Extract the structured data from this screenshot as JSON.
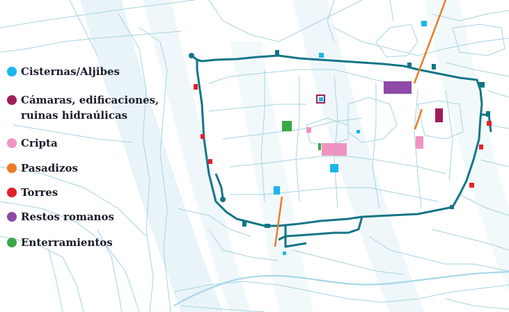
{
  "legend": {
    "items": [
      {
        "label": "Cisternas/Aljibes",
        "color": "#1ab6ea"
      },
      {
        "label": "Cámaras, edificaciones,\nruinas hidraúlicas",
        "color": "#a01e5c"
      },
      {
        "label": "Cripta",
        "color": "#ef94c2"
      },
      {
        "label": "Pasadizos",
        "color": "#ee7a26"
      },
      {
        "label": "Torres",
        "color": "#e4202c"
      },
      {
        "label": "Restos romanos",
        "color": "#8e4aa6"
      },
      {
        "label": "Enterramientos",
        "color": "#3aa946"
      }
    ]
  },
  "colors": {
    "wall": "#137587",
    "streets": "#a5d3e0",
    "watermark": "#e7f3f8",
    "river": "#a8d6ec"
  }
}
